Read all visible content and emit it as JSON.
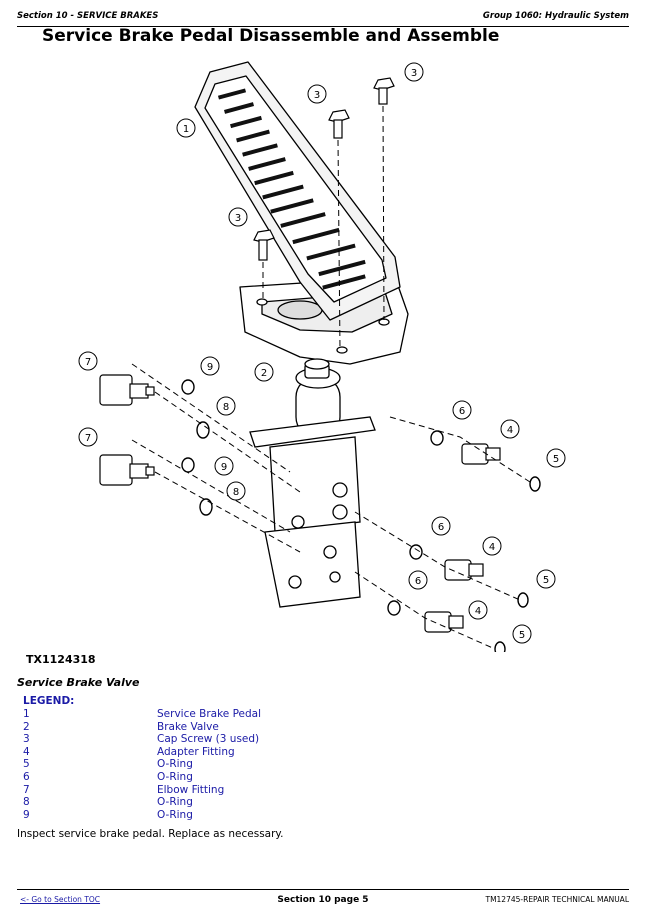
{
  "header": {
    "left": "Section 10 - SERVICE BRAKES",
    "right": "Group 1060: Hydraulic System"
  },
  "title": "Service Brake Pedal Disassemble and Assemble",
  "figure": {
    "id": "TX1124318",
    "callouts": [
      "1",
      "2",
      "3",
      "4",
      "5",
      "6",
      "7",
      "8",
      "9"
    ]
  },
  "caption": "Service Brake Valve",
  "legend": {
    "title": "LEGEND:",
    "items": [
      {
        "num": "1",
        "desc": "Service Brake Pedal"
      },
      {
        "num": "2",
        "desc": "Brake Valve"
      },
      {
        "num": "3",
        "desc": "Cap Screw (3 used)"
      },
      {
        "num": "4",
        "desc": "Adapter Fitting"
      },
      {
        "num": "5",
        "desc": "O-Ring"
      },
      {
        "num": "6",
        "desc": "O-Ring"
      },
      {
        "num": "7",
        "desc": "Elbow Fitting"
      },
      {
        "num": "8",
        "desc": "O-Ring"
      },
      {
        "num": "9",
        "desc": "O-Ring"
      }
    ]
  },
  "inspect_text": "Inspect service brake pedal. Replace as necessary.",
  "footer": {
    "toc_link": "<- Go to Section TOC",
    "page": "Section 10 page 5",
    "manual": "TM12745-REPAIR TECHNICAL MANUAL"
  }
}
